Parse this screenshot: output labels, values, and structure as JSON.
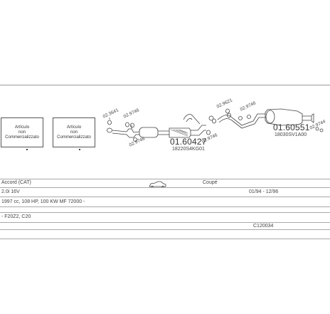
{
  "boxes": [
    {
      "line1": "Artículo",
      "line2": "non",
      "line3": "Commercializzato"
    },
    {
      "line1": "Artículo",
      "line2": "non",
      "line3": "Commercializzato"
    }
  ],
  "parts": {
    "p1": "02.3641",
    "p2": "02.9746",
    "p3": "02.9746",
    "p4": "02.9621",
    "p5": "02.9746",
    "p6": "02.9744",
    "p7": "02.9746"
  },
  "pipe_front": {
    "num": "01.60427",
    "code": "18220S4KG01"
  },
  "muffler_rear": {
    "num": "01.60551",
    "code": "18030SV1A00"
  },
  "table": {
    "model": "Accord (CAT)",
    "body": "Coupé",
    "engine": "2.0i 16V",
    "dates": "01/94 - 12/96",
    "spec": "1997 cc, 108 HP, 100 KW MF 72000 -",
    "extra": "- F20Z2, C20",
    "code": "C120034"
  }
}
